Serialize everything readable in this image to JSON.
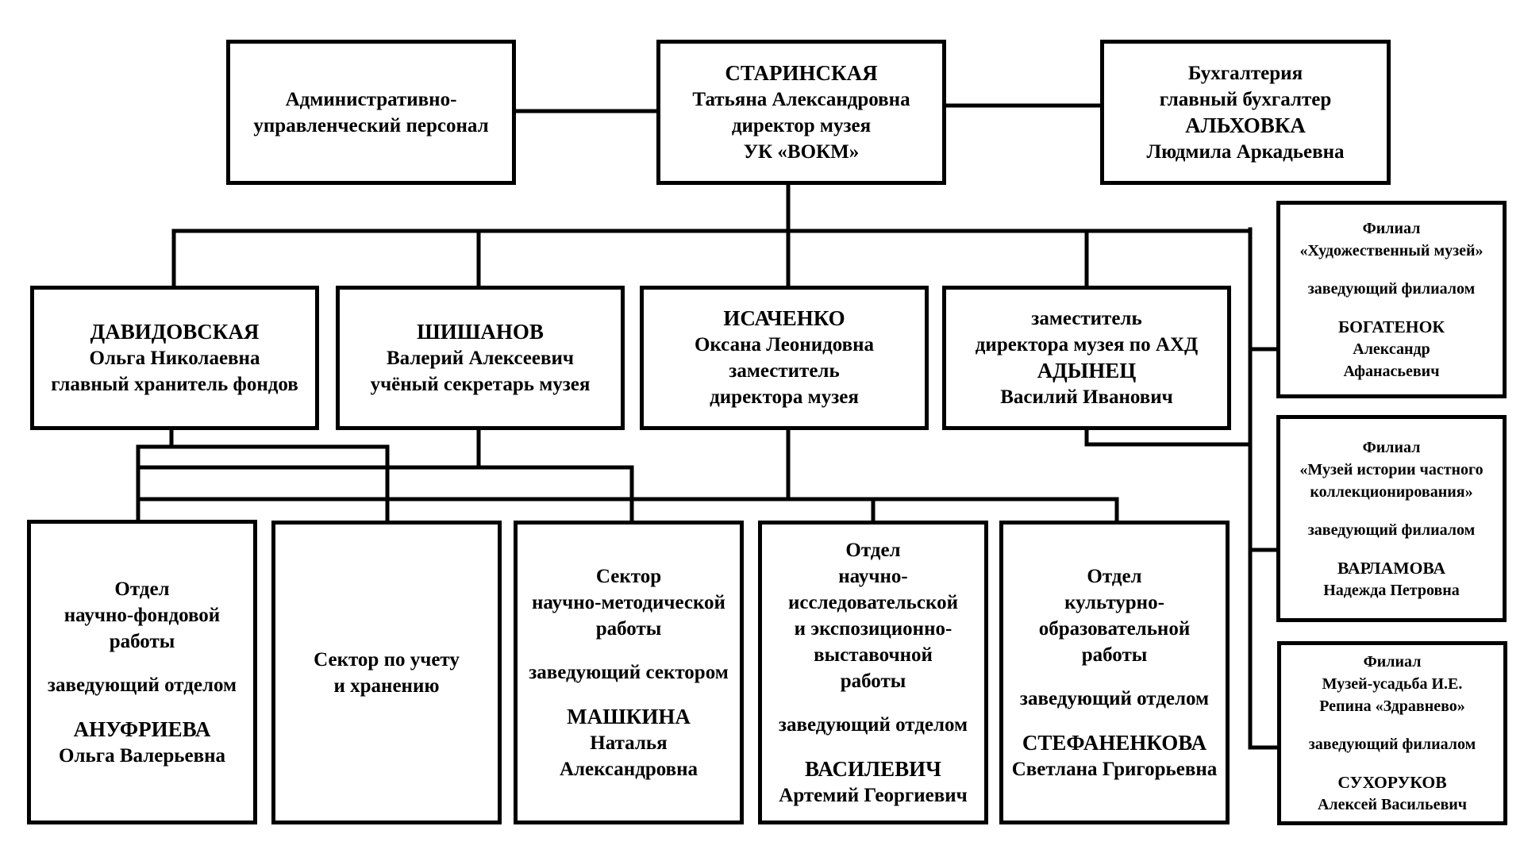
{
  "title": "Организационная структура УК «ВОКМ»",
  "boxes": {
    "admin": {
      "lines": [
        {
          "text": "Административно-"
        },
        {
          "text": "управленческий персонал"
        }
      ]
    },
    "director": {
      "lines": [
        {
          "text": "СТАРИНСКАЯ",
          "name": true
        },
        {
          "text": "Татьяна Александровна"
        },
        {
          "text": "директор музея"
        },
        {
          "text": "УК «ВОКМ»"
        }
      ]
    },
    "accounting": {
      "lines": [
        {
          "text": "Бухгалтерия"
        },
        {
          "text": "главный бухгалтер"
        },
        {
          "text": "АЛЬХОВКА",
          "name": true
        },
        {
          "text": "Людмила Аркадьевна"
        }
      ]
    },
    "chief_curator": {
      "lines": [
        {
          "text": "ДАВИДОВСКАЯ",
          "name": true
        },
        {
          "text": "Ольга Николаевна"
        },
        {
          "text": "главный хранитель фондов"
        }
      ]
    },
    "scientific_secretary": {
      "lines": [
        {
          "text": "ШИШАНОВ",
          "name": true
        },
        {
          "text": "Валерий Алексеевич"
        },
        {
          "text": "учёный секретарь музея"
        }
      ]
    },
    "deputy_director": {
      "lines": [
        {
          "text": "ИСАЧЕНКО",
          "name": true
        },
        {
          "text": "Оксана Леонидовна"
        },
        {
          "text": "заместитель"
        },
        {
          "text": "директора музея"
        }
      ]
    },
    "deputy_ahd": {
      "lines": [
        {
          "text": "заместитель"
        },
        {
          "text": "директора музея по АХД"
        },
        {
          "text": "АДЫНЕЦ",
          "name": true
        },
        {
          "text": "Василий Иванович"
        }
      ]
    },
    "dept_funds": {
      "lines": [
        {
          "text": "Отдел"
        },
        {
          "text": "научно-фондовой"
        },
        {
          "text": "работы"
        },
        {
          "gap": true
        },
        {
          "text": "заведующий отделом"
        },
        {
          "gap": true
        },
        {
          "text": "АНУФРИЕВА",
          "name": true
        },
        {
          "text": "Ольга Валерьевна"
        }
      ]
    },
    "sector_storage": {
      "lines": [
        {
          "text": "Сектор по учету"
        },
        {
          "text": "и хранению"
        }
      ]
    },
    "sector_methodical": {
      "lines": [
        {
          "text": "Сектор"
        },
        {
          "text": "научно-методической"
        },
        {
          "text": "работы"
        },
        {
          "gap": true
        },
        {
          "text": "заведующий сектором"
        },
        {
          "gap": true
        },
        {
          "text": "МАШКИНА",
          "name": true
        },
        {
          "text": "Наталья"
        },
        {
          "text": "Александровна"
        }
      ]
    },
    "dept_research": {
      "lines": [
        {
          "text": "Отдел"
        },
        {
          "text": "научно-"
        },
        {
          "text": "исследовательской"
        },
        {
          "text": "и экспозиционно-"
        },
        {
          "text": "выставочной"
        },
        {
          "text": "работы"
        },
        {
          "gap": true
        },
        {
          "text": "заведующий отделом"
        },
        {
          "gap": true
        },
        {
          "text": "ВАСИЛЕВИЧ",
          "name": true
        },
        {
          "text": "Артемий Георгиевич"
        }
      ]
    },
    "dept_education": {
      "lines": [
        {
          "text": "Отдел"
        },
        {
          "text": "культурно-"
        },
        {
          "text": "образовательной"
        },
        {
          "text": "работы"
        },
        {
          "gap": true
        },
        {
          "text": "заведующий отделом"
        },
        {
          "gap": true
        },
        {
          "text": "СТЕФАНЕНКОВА",
          "name": true
        },
        {
          "text": "Светлана Григорьевна"
        }
      ]
    },
    "branch_art": {
      "lines": [
        {
          "text": "Филиал"
        },
        {
          "text": "«Художественный музей»"
        },
        {
          "gap": true
        },
        {
          "text": "заведующий филиалом"
        },
        {
          "gap": true
        },
        {
          "text": "БОГАТЕНОК",
          "name": true
        },
        {
          "text": "Александр"
        },
        {
          "text": "Афанасьевич"
        }
      ]
    },
    "branch_private": {
      "lines": [
        {
          "text": "Филиал"
        },
        {
          "text": "«Музей истории частного"
        },
        {
          "text": "коллекционирования»"
        },
        {
          "gap": true
        },
        {
          "text": "заведующий филиалом"
        },
        {
          "gap": true
        },
        {
          "text": "ВАРЛАМОВА",
          "name": true
        },
        {
          "text": "Надежда Петровна"
        }
      ]
    },
    "branch_repin": {
      "lines": [
        {
          "text": "Филиал"
        },
        {
          "text": "Музей-усадьба И.Е."
        },
        {
          "text": "Репина «Здравнево»"
        },
        {
          "gap": true
        },
        {
          "text": "заведующий филиалом"
        },
        {
          "gap": true
        },
        {
          "text": "СУХОРУКОВ",
          "name": true
        },
        {
          "text": "Алексей Васильевич"
        }
      ]
    }
  }
}
